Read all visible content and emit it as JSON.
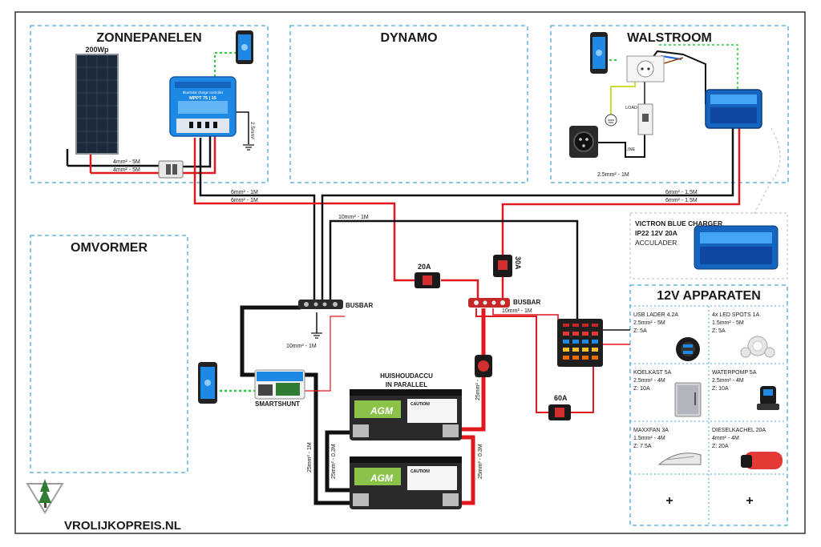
{
  "sections": {
    "solar": "ZONNEPANELEN",
    "dynamo": "DYNAMO",
    "shore": "WALSTROOM",
    "inverter": "OMVORMER",
    "appliances_header": "12V APPARATEN"
  },
  "solar": {
    "panel_label": "200Wp",
    "cable_pos": "4mm² - 5M",
    "cable_neg": "4mm² - 5M",
    "ground_cable": "2.5mm²",
    "mppt_line1": "BlueSolar charge controller",
    "mppt_line2": "MPPT 75 | 15"
  },
  "shore": {
    "load_label": "LOAD",
    "line_label": "LINE",
    "cable": "2.5mm² - 1M"
  },
  "cables": {
    "solar_neg": "6mm² - 1M",
    "solar_pos": "6mm² - 1M",
    "charger_neg": "6mm² - 1.5M",
    "charger_pos": "6mm² - 1.5M",
    "busbar_link": "10mm² - 1M",
    "ground": "10mm² - 1M",
    "fuseblock": "10mm² - 1M",
    "battery_pos": "25mm² - 1M",
    "shunt_neg": "25mm² - 1M",
    "parallel_neg": "25mm² - 0.3M",
    "parallel_pos": "25mm² - 0.3M"
  },
  "charger_info": {
    "line1": "VICTRON BLUE CHARGER",
    "line2": "IP22 12V 20A",
    "line3": "ACCULADER"
  },
  "labels": {
    "busbar_neg": "BUSBAR",
    "busbar_pos": "BUSBAR",
    "smartshunt": "SMARTSHUNT",
    "battery_title1": "HUISHOUDACCU",
    "battery_title2": "IN PARALLEL",
    "fuse_20": "20A",
    "fuse_30": "30A",
    "fuse_60": "60A",
    "battery_brand": "AGM",
    "caution": "CAUTION!"
  },
  "appliances": [
    {
      "name": "USB LADER 4.2A",
      "cable": "2.5mm² - 5M",
      "fuse": "Z: 5A"
    },
    {
      "name": "4x LED SPOTS 1A",
      "cable": "1.5mm² - 5M",
      "fuse": "Z: 5A"
    },
    {
      "name": "KOELKAST 5A",
      "cable": "2.5mm² - 4M",
      "fuse": "Z: 10A"
    },
    {
      "name": "WATERPOMP 5A",
      "cable": "2.5mm² - 4M",
      "fuse": "Z: 10A"
    },
    {
      "name": "MAXXFAN 3A",
      "cable": "1.5mm² - 4M",
      "fuse": "Z: 7.5A"
    },
    {
      "name": "DIESELKACHEL 20A",
      "cable": "4mm² - 4M",
      "fuse": "Z: 20A"
    }
  ],
  "add_more": [
    "+",
    "+"
  ],
  "brand": "VROLIJKOPREIS.NL",
  "colors": {
    "positive": "#e0191f",
    "negative": "#111111",
    "bluetooth": "#2ecc40",
    "victron_blue": "#1e88e5",
    "section_border": "#4aa6d8"
  }
}
